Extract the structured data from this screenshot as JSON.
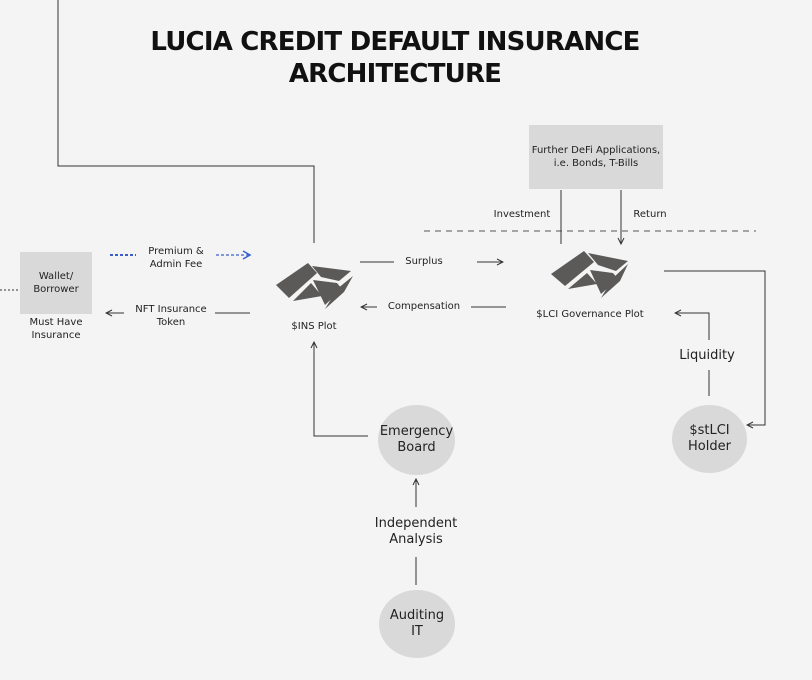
{
  "title": {
    "line1": "LUCIA CREDIT DEFAULT INSURANCE",
    "line2": "ARCHITECTURE"
  },
  "nodes": {
    "defi_box": {
      "line1": "Further DeFi Applications,",
      "line2": "i.e. Bonds, T-Bills"
    },
    "wallet_box": {
      "line1": "Wallet/",
      "line2": "Borrower"
    },
    "wallet_caption": {
      "line1": "Must Have",
      "line2": "Insurance"
    },
    "ins_plot": "$INS Plot",
    "lci_plot": "$LCI Governance Plot",
    "emergency_board": {
      "line1": "Emergency",
      "line2": "Board"
    },
    "stlci_holder": {
      "line1": "$stLCI",
      "line2": "Holder"
    },
    "auditing_it": {
      "line1": "Auditing",
      "line2": "IT"
    }
  },
  "edges": {
    "premium": {
      "line1": "Premium &",
      "line2": "Admin Fee"
    },
    "nft": {
      "line1": "NFT Insurance",
      "line2": "Token"
    },
    "surplus": "Surplus",
    "compensation": "Compensation",
    "investment": "Investment",
    "return": "Return",
    "liquidity": "Liquidity",
    "independent": {
      "line1": "Independent",
      "line2": "Analysis"
    }
  },
  "colors": {
    "background": "#f4f4f4",
    "node_fill": "#d9d9d9",
    "plot_fill": "#5c5a59",
    "line": "#333333",
    "premium_dash": "#3a5fcd"
  }
}
